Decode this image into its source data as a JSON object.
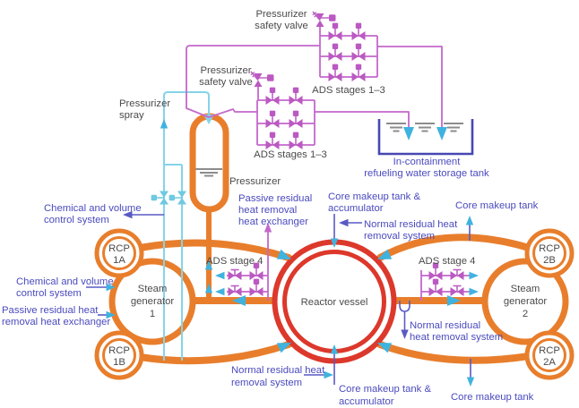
{
  "diagram_title": "Passive safety and reactor coolant system diagram",
  "colors": {
    "pipe_orange": "#E87E2C",
    "reactor_red": "#DC382B",
    "valve_magenta": "#BB59C2",
    "line_magenta": "#C468CC",
    "annotation_indigo": "#4A4ABF",
    "arrow_cyan": "#3FB3DF",
    "spray_cyan": "#85D4E8",
    "component_text_gray": "#4A4A4A",
    "water_gray": "#8C8C8C",
    "tank_blue": "#4747B3"
  },
  "labels": {
    "psv_top": {
      "l1": "Pressurizer",
      "l2": "safety valve"
    },
    "psv_mid": {
      "l1": "Pressurizer",
      "l2": "safety valve"
    },
    "ads13_upper": "ADS stages 1–3",
    "ads13_lower": "ADS stages 1–3",
    "spray": {
      "l1": "Pressurizer",
      "l2": "spray"
    },
    "pressurizer": "Pressurizer",
    "irwst": {
      "l1": "In-containment",
      "l2": "refueling water storage tank"
    },
    "cvs_top": {
      "l1": "Chemical and volume",
      "l2": "control system"
    },
    "cvs_mid": {
      "l1": "Chemical and volume",
      "l2": "control system"
    },
    "prhr_left": {
      "l1": "Passive residual heat",
      "l2": "removal heat exchanger"
    },
    "prhr_center": {
      "l1": "Passive residual",
      "l2": "heat removal",
      "l3": "heat exchanger"
    },
    "cmt_acc_top": {
      "l1": "Core makeup tank &",
      "l2": "accumulator"
    },
    "nrhs_top": {
      "l1": "Normal residual heat",
      "l2": "removal system"
    },
    "cmt_top_right": "Core makeup tank",
    "ads4_left": "ADS stage 4",
    "ads4_right": "ADS stage 4",
    "reactor_vessel": "Reactor vessel",
    "sg1": {
      "l1": "Steam",
      "l2": "generator",
      "l3": "1"
    },
    "sg2": {
      "l1": "Steam",
      "l2": "generator",
      "l3": "2"
    },
    "rcp_1a": {
      "l1": "RCP",
      "l2": "1A"
    },
    "rcp_1b": {
      "l1": "RCP",
      "l2": "1B"
    },
    "rcp_2b": {
      "l1": "RCP",
      "l2": "2B"
    },
    "rcp_2a": {
      "l1": "RCP",
      "l2": "2A"
    },
    "nrhs_right": {
      "l1": "Normal residual",
      "l2": "heat removal system"
    },
    "nrhs_bottom": {
      "l1": "Normal residual heat",
      "l2": "removal system"
    },
    "cmt_acc_bottom": {
      "l1": "Core makeup tank &",
      "l2": "accumulator"
    },
    "cmt_bottom_right": "Core makeup tank"
  }
}
